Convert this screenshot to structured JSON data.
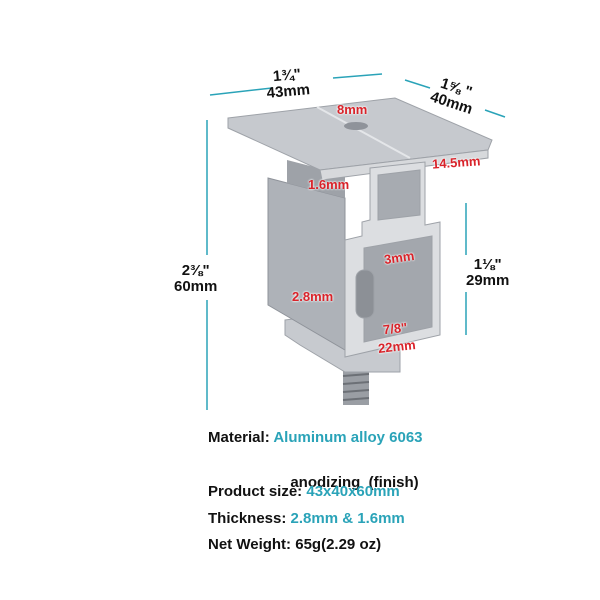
{
  "dimensions": {
    "width_in": "1¾\"",
    "width_mm": "43mm",
    "depth_in": "1⅝ \"",
    "depth_mm": "40mm",
    "height_in": "2⅜\"",
    "height_mm": "60mm",
    "profile_height_in": "1⅛\"",
    "profile_height_mm": "29mm"
  },
  "callouts": {
    "slot": "8mm",
    "lip": "14.5mm",
    "wall_top": "1.6mm",
    "gap": "3mm",
    "wall_bottom": "2.8mm",
    "base_in": "7/8\"",
    "base_mm": "22mm"
  },
  "specs": [
    {
      "label": "Material:",
      "value": "Aluminum alloy 6063"
    },
    {
      "label": "",
      "value": "anodizing  (finish)"
    },
    {
      "label": "Product size:",
      "value": "43x40x60mm"
    },
    {
      "label": "Thickness:",
      "value": "2.8mm & 1.6mm"
    },
    {
      "label": "Net Weight:",
      "value": "65g(2.29 oz)"
    }
  ],
  "colors": {
    "accent": "#2aa3b8",
    "callout": "#d9232a",
    "metal": "#b8bcc2"
  }
}
